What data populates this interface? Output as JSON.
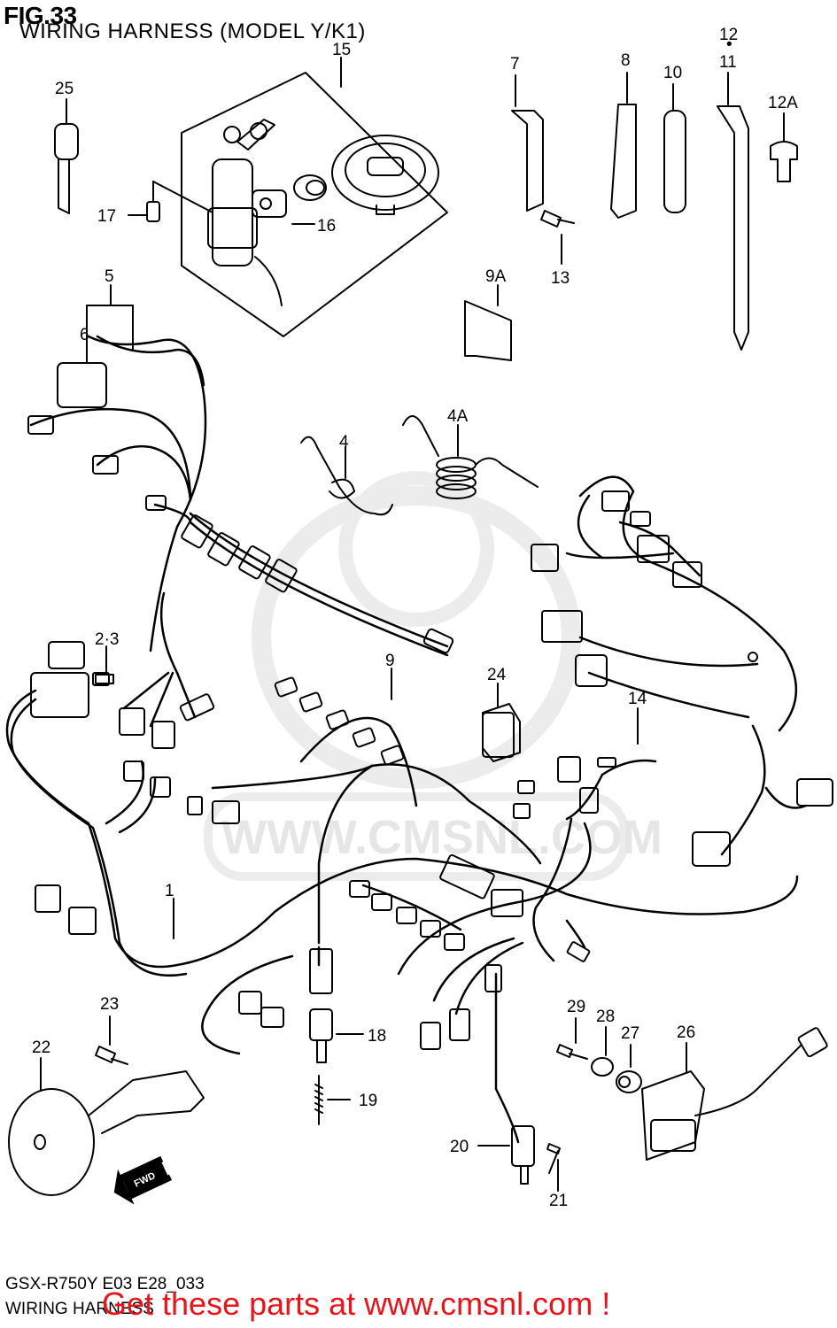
{
  "figure": {
    "number": "FIG.33",
    "title": "WIRING HARNESS (MODEL Y/K1)"
  },
  "callouts": [
    "1",
    "2·3",
    "4",
    "4A",
    "5",
    "6",
    "7",
    "8",
    "9",
    "9A",
    "10",
    "12",
    "11",
    "12A",
    "13",
    "14",
    "15",
    "16",
    "17",
    "18",
    "19",
    "20",
    "21",
    "22",
    "23",
    "24",
    "25",
    "26",
    "27",
    "28",
    "29"
  ],
  "direction_marker": "FWD",
  "watermark": "WWW.CMSNL.COM",
  "footer": {
    "model_code": "GSX-R750Y E03 E28_033",
    "section_name": "WIRING HARNESS"
  },
  "promo_text": "Get these parts at www.cmsnl.com !",
  "colors": {
    "promo": "#e8141b",
    "ink": "#000000",
    "watermark": "#e6e6e6"
  }
}
